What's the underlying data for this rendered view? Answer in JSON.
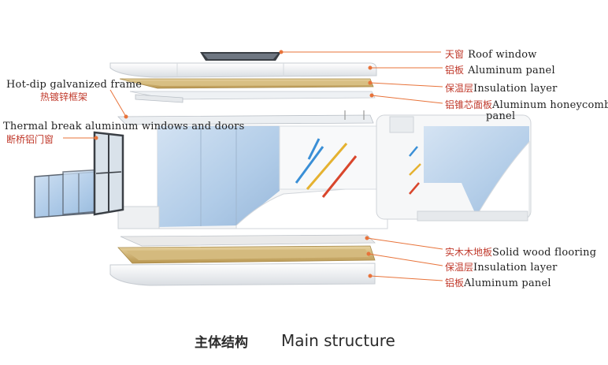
{
  "labels": {
    "roof_window": {
      "cn": "天窗",
      "en": "Roof window"
    },
    "aluminum_panel_top": {
      "cn": "铝板",
      "en": "Aluminum panel"
    },
    "insulation_top": {
      "cn": "保温层",
      "en": "Insulation layer"
    },
    "honeycomb": {
      "cn": "铝锥芯面板",
      "en": "Aluminum honeycomb",
      "en2": "panel"
    },
    "galvanized": {
      "cn": "热镀锌框架",
      "en": "Hot-dip galvanized frame"
    },
    "thermal_break": {
      "cn": "断桥铝门窗",
      "en": "Thermal break aluminum windows and doors"
    },
    "wood_floor": {
      "cn": "实木木地板",
      "en": "Solid wood flooring"
    },
    "insulation_bottom": {
      "cn": "保温层",
      "en": "Insulation layer"
    },
    "aluminum_panel_bottom": {
      "cn": "铝板",
      "en": "Aluminum panel"
    }
  },
  "footer": {
    "title_cn": "主体结构",
    "title_en": "Main structure"
  },
  "colors": {
    "leader": "#e8733a",
    "label_cn": "#c0392b",
    "stripe_blue": "#3a8fd6",
    "stripe_yellow": "#e5b230",
    "stripe_red": "#d9462c",
    "glass": "#a9c7e6",
    "gold": "#c9a862"
  }
}
